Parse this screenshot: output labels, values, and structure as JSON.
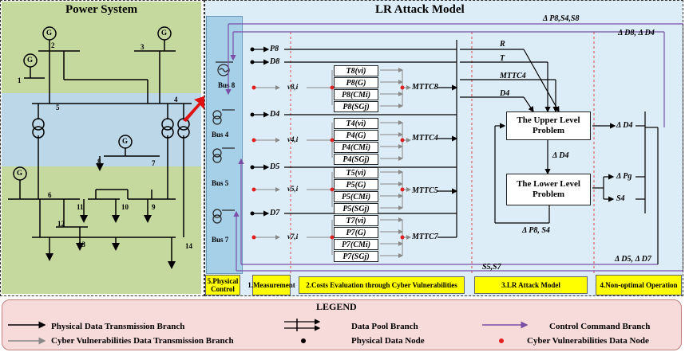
{
  "power_system": {
    "title": "Power System",
    "bus_numbers": [
      "1",
      "2",
      "3",
      "4",
      "5",
      "6",
      "7",
      "8",
      "9",
      "10",
      "11",
      "12",
      "13",
      "14"
    ],
    "generator_label": "G"
  },
  "lr_model": {
    "title": "LR Attack Model",
    "physical_buses": [
      "Bus 8",
      "Bus 4",
      "Bus 5",
      "Bus 7"
    ],
    "measurements": [
      "P8",
      "D8",
      "D4",
      "D5",
      "D7"
    ],
    "vulnerability_nodes": [
      "ν8,i",
      "ν4,i",
      "ν5,i",
      "ν7,i"
    ],
    "cost_groups": [
      {
        "items": [
          "T8(νi)",
          "P8(G)",
          "P8(CMi)",
          "P8(SGj)"
        ],
        "mttc": "MTTC8"
      },
      {
        "items": [
          "T4(νi)",
          "P4(G)",
          "P4(CMi)",
          "P4(SGj)"
        ],
        "mttc": "MTTC4"
      },
      {
        "items": [
          "T5(νi)",
          "P5(G)",
          "P5(CMi)",
          "P5(SGj)"
        ],
        "mttc": "MTTC5"
      },
      {
        "items": [
          "T7(νi)",
          "P7(G)",
          "P7(CMi)",
          "P7(SGj)"
        ],
        "mttc": "MTTC7"
      }
    ],
    "inputs": [
      "R",
      "T",
      "MTTC4",
      "D4"
    ],
    "upper_problem": "The Upper Level Problem",
    "lower_problem": "The Lower Level Problem",
    "delta_d4_mid": "Δ D4",
    "delta_p_s": "Δ P8, S4",
    "outputs": [
      "Δ D4",
      "Δ Pg",
      "S4"
    ],
    "top_feedback_1": "Δ P8,S4,S8",
    "top_feedback_2": "Δ D8, Δ D4",
    "bottom_feedback_1": "Δ D5, Δ D7",
    "bottom_feedback_2": "S5,S7"
  },
  "stages": [
    "5.Physical Control",
    "1.Measurement",
    "2.Costs Evaluation through Cyber Vulnerabilities",
    "3.LR Attack Model",
    "4.Non-optimal Operation"
  ],
  "legend": {
    "title": "LEGEND",
    "items": [
      "Physical Data Transmission Branch",
      "Cyber Vulnerabilities Data Transmission Branch",
      "Data Pool Branch",
      "Physical Data Node",
      "Control Command Branch",
      "Cyber Vulnerabilities Data Node"
    ]
  },
  "colors": {
    "green": "#c5d89e",
    "blue": "#bcd8e8",
    "control": "#7b4fa8",
    "cyber": "#d22",
    "stage": "#ffff00"
  }
}
